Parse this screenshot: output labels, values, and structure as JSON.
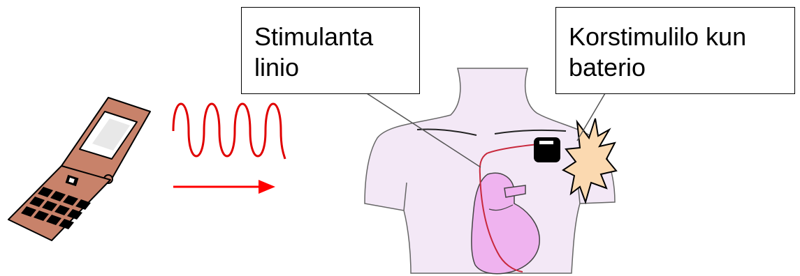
{
  "labels": {
    "lead": {
      "line1": "Stimulanta",
      "line2": "linio"
    },
    "battery": {
      "line1": "Korstimulilo kun",
      "line2": "baterio"
    }
  },
  "colors": {
    "wave": "#e00000",
    "arrow": "#ff0000",
    "skin": "#f3e8f6",
    "heart": "#efb3ef",
    "lead_wire": "#c8283c",
    "phone_body": "#c8826a",
    "spark": "#fbd9b0",
    "outline": "#000000"
  },
  "icons": [
    "mobile-phone-icon",
    "radio-wave-icon",
    "arrow-right-icon",
    "pacemaker-icon",
    "spark-burst-icon"
  ]
}
